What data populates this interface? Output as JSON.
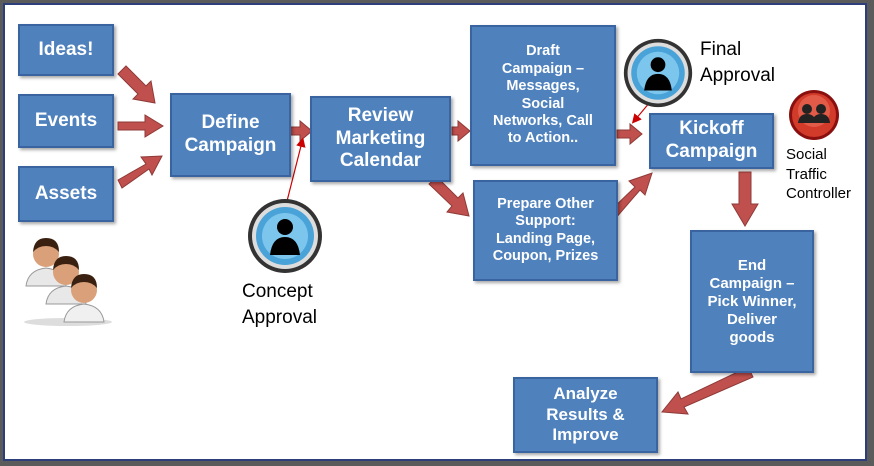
{
  "boxes": {
    "ideas": "Ideas!",
    "events": "Events",
    "assets": "Assets",
    "define": "Define\nCampaign",
    "review": "Review\nMarketing\nCalendar",
    "draft": "Draft\nCampaign –\nMessages,\nSocial\nNetworks, Call\nto Action..",
    "prepare": "Prepare Other\nSupport:\nLanding Page,\nCoupon, Prizes",
    "kickoff": "Kickoff\nCampaign",
    "end": "End\nCampaign –\nPick Winner,\nDeliver\ngoods",
    "analyze": "Analyze\nResults &\nImprove"
  },
  "labels": {
    "concept_approval": "Concept\nApproval",
    "final_approval": "Final\nApproval",
    "social_traffic": "Social\nTraffic\nController"
  },
  "icons": {
    "users_group": "users-group-icon",
    "person_blue": "person-blue-icon",
    "people_red": "people-red-icon"
  },
  "colors": {
    "box_fill": "#4f81bd",
    "arrow_fill": "#c0504d",
    "frame_border": "#2d3f7a"
  }
}
